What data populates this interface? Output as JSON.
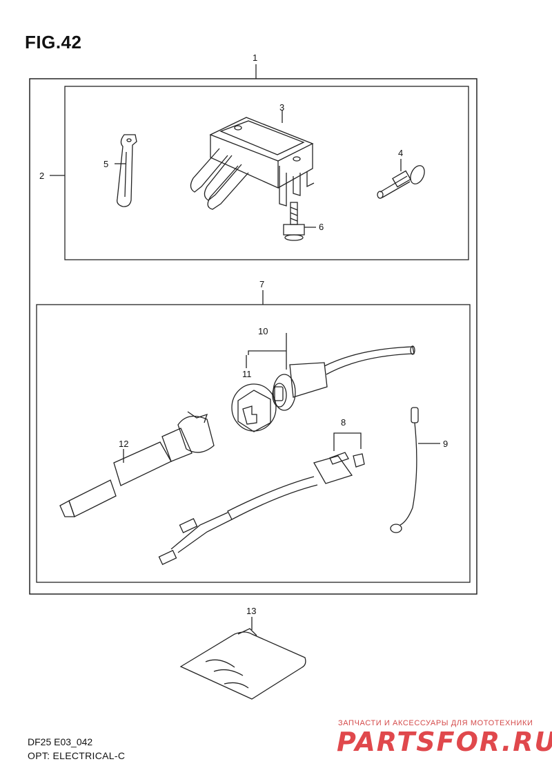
{
  "figure_title": "FIG.42",
  "callouts": {
    "c1": "1",
    "c2": "2",
    "c3": "3",
    "c4": "4",
    "c5": "5",
    "c6": "6",
    "c7": "7",
    "c8": "8",
    "c9": "9",
    "c10": "10",
    "c11": "11",
    "c12": "12",
    "c13": "13"
  },
  "footer": {
    "code": "DF25 E03_042",
    "description": "OPT: ELECTRICAL-C"
  },
  "watermark": {
    "tagline": "ЗАПЧАСТИ И АКСЕССУАРЫ ДЛЯ МОТОТЕХНИКИ",
    "logo": "PARTSFOR.RU"
  }
}
